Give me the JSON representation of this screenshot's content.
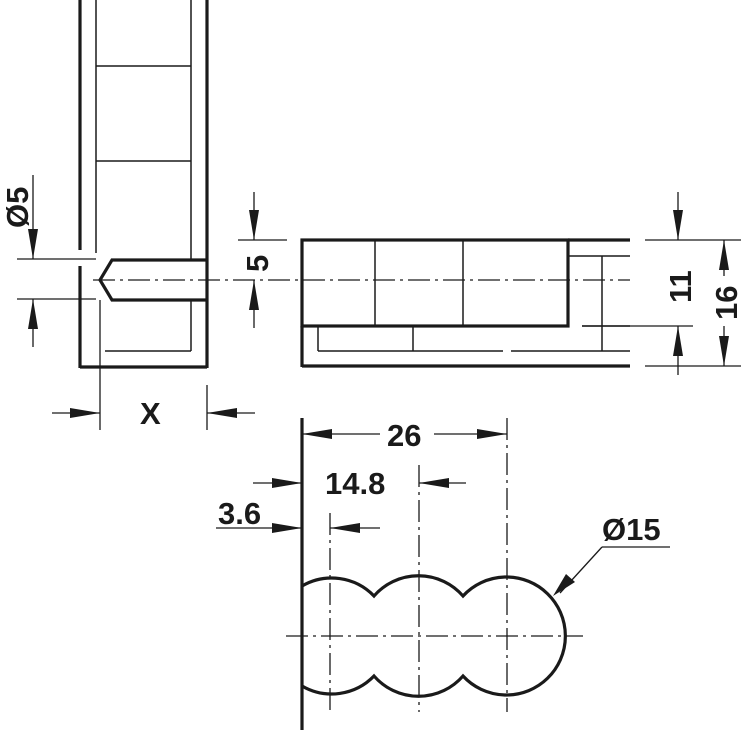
{
  "diagram": {
    "type": "technical-dimension-drawing",
    "line_color": "#1a1a1a",
    "background": "#ffffff",
    "views": [
      {
        "name": "side-section-panel",
        "description": "Panel edge with Ø5 pin inserted, distance X"
      },
      {
        "name": "side-view-connector",
        "description": "Connector body, height 11 inside 16"
      },
      {
        "name": "top-view-connector",
        "description": "Three overlapping Ø15 lobes"
      }
    ],
    "dimensions": {
      "pin_diameter": "Ø5",
      "pin_offset": "5",
      "panel_distance": "X",
      "body_height": "11",
      "total_height": "16",
      "overall_length": "26",
      "center_spacing": "14.8",
      "first_center": "3.6",
      "lobe_diameter": "Ø15"
    }
  }
}
